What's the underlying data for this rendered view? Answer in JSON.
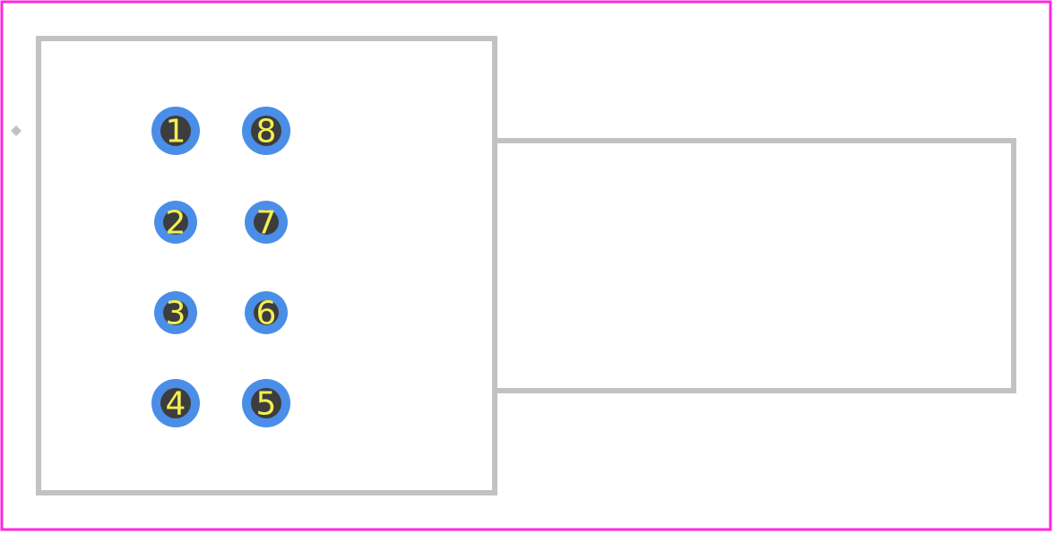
{
  "colors": {
    "background": "#ffffff",
    "courtyard": "#ff26e2",
    "outline": "#c2c2c2",
    "pad": "#4a8ee8",
    "drill": "#3d3d3d",
    "label": "#f2ef53"
  },
  "origin_marker": {
    "icon": "diamond-icon"
  },
  "pads": [
    {
      "id": "pad-1",
      "label": "1",
      "size": "large"
    },
    {
      "id": "pad-2",
      "label": "2",
      "size": "small"
    },
    {
      "id": "pad-3",
      "label": "3",
      "size": "small"
    },
    {
      "id": "pad-4",
      "label": "4",
      "size": "large"
    },
    {
      "id": "pad-5",
      "label": "5",
      "size": "large"
    },
    {
      "id": "pad-6",
      "label": "6",
      "size": "small"
    },
    {
      "id": "pad-7",
      "label": "7",
      "size": "small"
    },
    {
      "id": "pad-8",
      "label": "8",
      "size": "large"
    }
  ]
}
